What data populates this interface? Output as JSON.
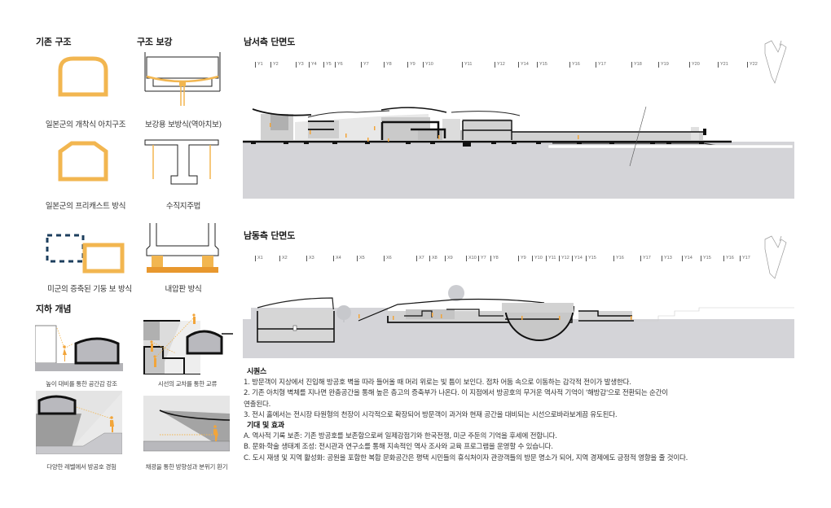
{
  "left_panel": {
    "existing_structure_title": "기존 구조",
    "reinforcement_title": "구조 보강",
    "structures": [
      {
        "caption": "일본군의 개착식 아치구조",
        "icon": "arch-tunnel-icon"
      },
      {
        "caption": "보강용 보방식(역아치보)",
        "icon": "inverted-arch-beam-icon"
      },
      {
        "caption": "일본군의 프리캐스트 방식",
        "icon": "precast-frame-icon"
      },
      {
        "caption": "수직지주법",
        "icon": "vertical-shoring-icon"
      },
      {
        "caption": "미군의 증축된 기둥 보 방식",
        "icon": "column-beam-extension-icon"
      },
      {
        "caption": "내압판 방식",
        "icon": "pressure-plate-icon"
      }
    ],
    "underground_concept_title": "지하 개념",
    "concepts": [
      {
        "caption": "높이 대비를 통한 공간감 강조"
      },
      {
        "caption": "시선의 교차를 통한 교류"
      },
      {
        "caption": "다양한 레벨에서 방공호 경험"
      },
      {
        "caption": "채광을 통한 방향성과 분위기 환기"
      }
    ]
  },
  "sections": {
    "southwest": {
      "title": "남서측 단면도",
      "grid_labels": [
        "Y1",
        "Y2",
        "Y3",
        "Y4",
        "Y5",
        "Y6",
        "Y7",
        "Y8",
        "Y9",
        "Y10",
        "Y11",
        "Y12",
        "Y14",
        "Y15",
        "Y16",
        "Y17",
        "Y18",
        "Y19",
        "Y20",
        "Y21",
        "Y22"
      ],
      "grid_x": [
        313,
        332,
        363,
        379,
        397,
        411,
        443,
        471,
        500,
        519,
        567,
        607,
        636,
        659,
        699,
        731,
        775,
        808,
        846,
        881,
        917
      ]
    },
    "southeast": {
      "title": "남동측 단면도",
      "grid_labels": [
        "X1",
        "X2",
        "X3",
        "X4",
        "X5",
        "X6",
        "X7",
        "X8",
        "X9",
        "X10",
        "Y7",
        "Y8",
        "Y9",
        "Y10",
        "Y11",
        "Y12",
        "Y14",
        "Y15",
        "Y16",
        "Y17",
        "Y13",
        "Y14",
        "Y15",
        "Y16",
        "Y17"
      ],
      "grid_x": [
        313,
        343,
        376,
        409,
        438,
        471,
        511,
        527,
        546,
        572,
        587,
        602,
        636,
        653,
        670,
        686,
        702,
        719,
        753,
        786,
        812,
        837,
        860,
        888,
        908
      ]
    }
  },
  "description": {
    "sequence_title": "시퀀스",
    "sequence_lines": [
      "1. 방문객이 지상에서 진입해 방공호 벽을 따라 들어올 때 머리 위로는 빛 틈이 보인다. 점차 어둠 속으로 이동하는 감각적 전이가 발생한다.",
      "2. 기존 아치형 벽체를 지나면 완충공간을 통해 높은 층고의 증축부가 나온다. 이 지점에서 방공호의 무거운 역사적 기억이 '해방감'으로 전환되는 순간이",
      "연출된다.",
      "3. 전시 홀에서는 전시장 타원형의 천장이 시각적으로 확장되어 방문객이 과거와 현재 공간을 대비되는 시선으로바라보게끔 유도된다."
    ],
    "effects_title": "기대 및 효과",
    "effects_lines": [
      "A. 역사적 기록 보존: 기존 방공호를 보존함으로써 일제강점기와 한국전쟁, 미군 주둔의 기억을 후세에 전합니다.",
      "B. 문화·학술 생태계 조성: 전시관과 연구소를 통해 지속적인 역사 조사와 교육 프로그램을 운영할 수 있습니다.",
      "C. 도시 재생 및 지역 활성화: 공원을 포함한 복합 문화공간은 평택 시민들의 휴식처이자 관광객들의 방문 명소가 되어, 지역 경제에도 긍정적 영향을 줄 것이다."
    ]
  },
  "colors": {
    "accent_orange": "#f2b650",
    "deep_orange": "#e8982e",
    "navy_dashed": "#1d3f5e",
    "ground_gray": "#d4d4d8",
    "wall_black": "#111111"
  }
}
